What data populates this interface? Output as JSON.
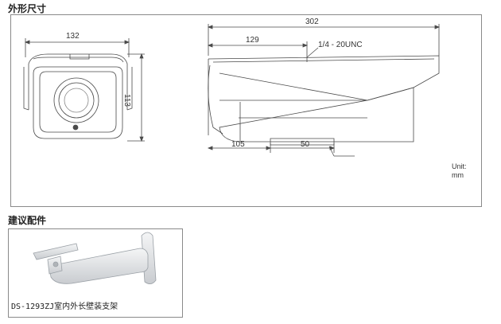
{
  "sections": {
    "dimensions_title": "外形尺寸",
    "accessories_title": "建议配件"
  },
  "front_view": {
    "width_label": "132",
    "height_label": "113"
  },
  "side_view": {
    "length_label": "302",
    "mount_offset_label": "129",
    "thread_label": "1/4 - 20UNC",
    "front_offset_label": "105",
    "bracket_spacing_label": "50"
  },
  "units": {
    "line1": "Unit:",
    "line2": "mm"
  },
  "accessory": {
    "caption": "DS-1293ZJ室内外长壁装支架"
  },
  "colors": {
    "line": "#4a4a4a",
    "frame": "#8a8a8a",
    "bracket": "#e6e8ea"
  }
}
